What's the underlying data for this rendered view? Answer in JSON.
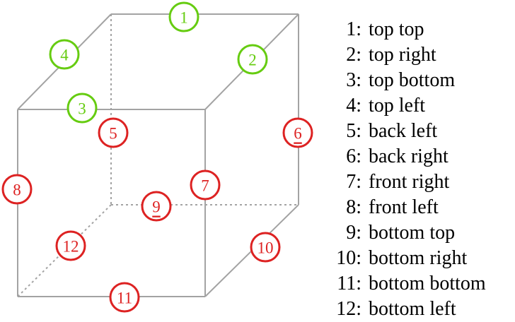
{
  "colors": {
    "top_edges": "#66cc11",
    "other_edges": "#dd2222",
    "cube_lines": "#a3a3a3"
  },
  "markers": [
    {
      "id": 1,
      "label": "1",
      "group": "top",
      "underline": false
    },
    {
      "id": 2,
      "label": "2",
      "group": "top",
      "underline": false
    },
    {
      "id": 3,
      "label": "3",
      "group": "top",
      "underline": false
    },
    {
      "id": 4,
      "label": "4",
      "group": "top",
      "underline": false
    },
    {
      "id": 5,
      "label": "5",
      "group": "other",
      "underline": false
    },
    {
      "id": 6,
      "label": "6",
      "group": "other",
      "underline": true
    },
    {
      "id": 7,
      "label": "7",
      "group": "other",
      "underline": false
    },
    {
      "id": 8,
      "label": "8",
      "group": "other",
      "underline": false
    },
    {
      "id": 9,
      "label": "9",
      "group": "other",
      "underline": true
    },
    {
      "id": 10,
      "label": "10",
      "group": "other",
      "underline": false
    },
    {
      "id": 11,
      "label": "11",
      "group": "other",
      "underline": false
    },
    {
      "id": 12,
      "label": "12",
      "group": "other",
      "underline": false
    }
  ],
  "legend": [
    {
      "num": "1:",
      "text": "top top"
    },
    {
      "num": "2:",
      "text": "top right"
    },
    {
      "num": "3:",
      "text": "top bottom"
    },
    {
      "num": "4:",
      "text": "top left"
    },
    {
      "num": "5:",
      "text": "back left"
    },
    {
      "num": "6:",
      "text": "back right"
    },
    {
      "num": "7:",
      "text": "front right"
    },
    {
      "num": "8:",
      "text": "front left"
    },
    {
      "num": "9:",
      "text": "bottom top"
    },
    {
      "num": "10:",
      "text": "bottom right"
    },
    {
      "num": "11:",
      "text": "bottom bottom"
    },
    {
      "num": "12:",
      "text": "bottom left"
    }
  ]
}
